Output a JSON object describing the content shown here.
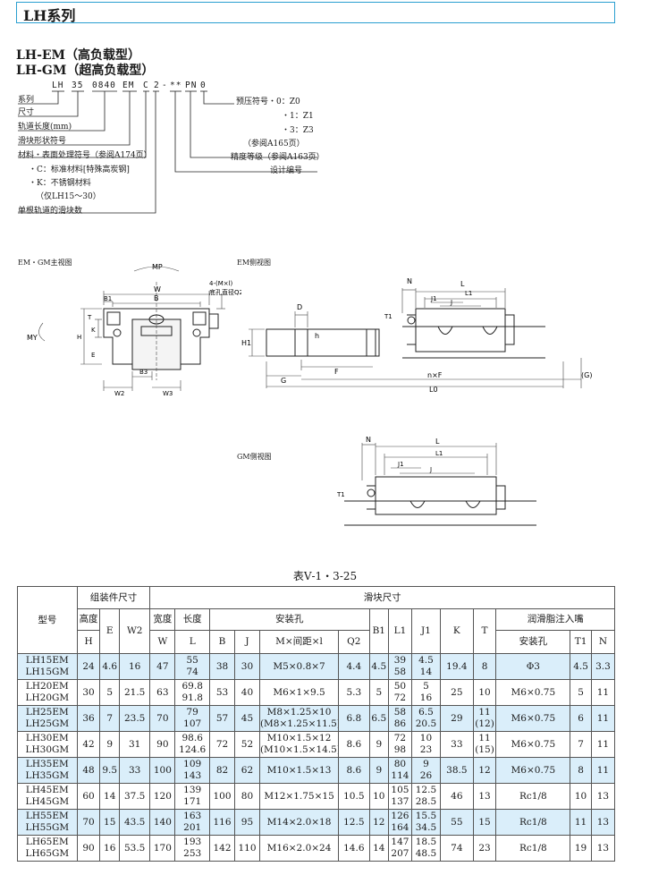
{
  "header": {
    "title": "LH系列"
  },
  "models": {
    "em": "LH-EM（高负载型）",
    "gm": "LH-GM（超高负载型）"
  },
  "code": {
    "parts": [
      "LH",
      "35",
      "0840",
      "EM",
      "C",
      "2",
      "-",
      "**",
      "PN",
      "0"
    ],
    "left_labels": [
      "系列",
      "尺寸",
      "轨道长度(mm)",
      "滑块形状符号",
      "材料・表面处理符号（参阅A174页）",
      "・C：标准材料[特殊高炭钢]",
      "・K：不锈钢材料",
      "（仅LH15～30）",
      "单根轨道的滑块数"
    ],
    "preload": {
      "title": "预压符号・0：Z0",
      "z1": "・1：Z1",
      "z3": "・3：Z3",
      "ref": "（参阅A165页）"
    },
    "precision": "精度等级（参阅A163页）",
    "design": "设计编号"
  },
  "drawings": {
    "front_title": "EM・GM主视图",
    "side_em_title": "EM侧视图",
    "side_gm_title": "GM侧视图",
    "labels": {
      "mp": "MP",
      "my": "MY",
      "w": "W",
      "b": "B",
      "b1": "B1",
      "b3": "B3",
      "w2": "W2",
      "w3": "W3",
      "t": "T",
      "k": "K",
      "h": "H",
      "e": "E",
      "hole_a": "4-(M×l)",
      "hole_b": "底孔直径Q2",
      "n": "N",
      "l": "L",
      "l1": "L1",
      "j1": "J1",
      "j": "J",
      "t1": "T1",
      "d": "D",
      "hh": "h",
      "h1": "H1",
      "g": "G",
      "f": "F",
      "nxf": "n×F",
      "g_paren": "(G)",
      "l0": "L0",
      "n_gm": "N",
      "l_gm": "L",
      "l1_gm": "L1",
      "j1_gm": "J1",
      "j_gm": "J",
      "t1_gm": "T1"
    }
  },
  "table": {
    "title": "表Ⅴ-1・3-25",
    "head": {
      "model": "型号",
      "assembly": "组装件尺寸",
      "block": "滑块尺寸",
      "height": "高度",
      "width": "宽度",
      "length": "长度",
      "mount": "安装孔",
      "grease": "润滑脂注入嘴",
      "H": "H",
      "E": "E",
      "W2": "W2",
      "W": "W",
      "L": "L",
      "B": "B",
      "J": "J",
      "MxPitch": "M×间距×l",
      "Q2": "Q2",
      "B1": "B1",
      "L1": "L1",
      "J1": "J1",
      "K": "K",
      "T": "T",
      "hole": "安装孔",
      "T1": "T1",
      "N": "N"
    },
    "rows": [
      {
        "m1": "LH15EM",
        "m2": "LH15GM",
        "H": "24",
        "E": "4.6",
        "W2": "16",
        "W": "47",
        "L1v": "55",
        "L2v": "74",
        "B": "38",
        "J": "30",
        "M1": "M5×0.8×7",
        "M2": "",
        "Q2": "4.4",
        "B1": "4.5",
        "La": "39",
        "Lb": "58",
        "Ja": "4.5",
        "Jb": "14",
        "K": "19.4",
        "T1v": "8",
        "T2v": "",
        "hole": "Φ3",
        "Tn": "4.5",
        "N": "3.3"
      },
      {
        "m1": "LH20EM",
        "m2": "LH20GM",
        "H": "30",
        "E": "5",
        "W2": "21.5",
        "W": "63",
        "L1v": "69.8",
        "L2v": "91.8",
        "B": "53",
        "J": "40",
        "M1": "M6×1×9.5",
        "M2": "",
        "Q2": "5.3",
        "B1": "5",
        "La": "50",
        "Lb": "72",
        "Ja": "5",
        "Jb": "16",
        "K": "25",
        "T1v": "10",
        "T2v": "",
        "hole": "M6×0.75",
        "Tn": "5",
        "N": "11"
      },
      {
        "m1": "LH25EM",
        "m2": "LH25GM",
        "H": "36",
        "E": "7",
        "W2": "23.5",
        "W": "70",
        "L1v": "79",
        "L2v": "107",
        "B": "57",
        "J": "45",
        "M1": "M8×1.25×10",
        "M2": "(M8×1.25×11.5)",
        "Q2": "6.8",
        "B1": "6.5",
        "La": "58",
        "Lb": "86",
        "Ja": "6.5",
        "Jb": "20.5",
        "K": "29",
        "T1v": "11",
        "T2v": "(12)",
        "hole": "M6×0.75",
        "Tn": "6",
        "N": "11"
      },
      {
        "m1": "LH30EM",
        "m2": "LH30GM",
        "H": "42",
        "E": "9",
        "W2": "31",
        "W": "90",
        "L1v": "98.6",
        "L2v": "124.6",
        "B": "72",
        "J": "52",
        "M1": "M10×1.5×12",
        "M2": "(M10×1.5×14.5)",
        "Q2": "8.6",
        "B1": "9",
        "La": "72",
        "Lb": "98",
        "Ja": "10",
        "Jb": "23",
        "K": "33",
        "T1v": "11",
        "T2v": "(15)",
        "hole": "M6×0.75",
        "Tn": "7",
        "N": "11"
      },
      {
        "m1": "LH35EM",
        "m2": "LH35GM",
        "H": "48",
        "E": "9.5",
        "W2": "33",
        "W": "100",
        "L1v": "109",
        "L2v": "143",
        "B": "82",
        "J": "62",
        "M1": "M10×1.5×13",
        "M2": "",
        "Q2": "8.6",
        "B1": "9",
        "La": "80",
        "Lb": "114",
        "Ja": "9",
        "Jb": "26",
        "K": "38.5",
        "T1v": "12",
        "T2v": "",
        "hole": "M6×0.75",
        "Tn": "8",
        "N": "11"
      },
      {
        "m1": "LH45EM",
        "m2": "LH45GM",
        "H": "60",
        "E": "14",
        "W2": "37.5",
        "W": "120",
        "L1v": "139",
        "L2v": "171",
        "B": "100",
        "J": "80",
        "M1": "M12×1.75×15",
        "M2": "",
        "Q2": "10.5",
        "B1": "10",
        "La": "105",
        "Lb": "137",
        "Ja": "12.5",
        "Jb": "28.5",
        "K": "46",
        "T1v": "13",
        "T2v": "",
        "hole": "Rc1/8",
        "Tn": "10",
        "N": "13"
      },
      {
        "m1": "LH55EM",
        "m2": "LH55GM",
        "H": "70",
        "E": "15",
        "W2": "43.5",
        "W": "140",
        "L1v": "163",
        "L2v": "201",
        "B": "116",
        "J": "95",
        "M1": "M14×2.0×18",
        "M2": "",
        "Q2": "12.5",
        "B1": "12",
        "La": "126",
        "Lb": "164",
        "Ja": "15.5",
        "Jb": "34.5",
        "K": "55",
        "T1v": "15",
        "T2v": "",
        "hole": "Rc1/8",
        "Tn": "11",
        "N": "13"
      },
      {
        "m1": "LH65EM",
        "m2": "LH65GM",
        "H": "90",
        "E": "16",
        "W2": "53.5",
        "W": "170",
        "L1v": "193",
        "L2v": "253",
        "B": "142",
        "J": "110",
        "M1": "M16×2.0×24",
        "M2": "",
        "Q2": "14.6",
        "B1": "14",
        "La": "147",
        "Lb": "207",
        "Ja": "18.5",
        "Jb": "48.5",
        "K": "74",
        "T1v": "23",
        "T2v": "",
        "hole": "Rc1/8",
        "Tn": "19",
        "N": "13"
      }
    ]
  }
}
